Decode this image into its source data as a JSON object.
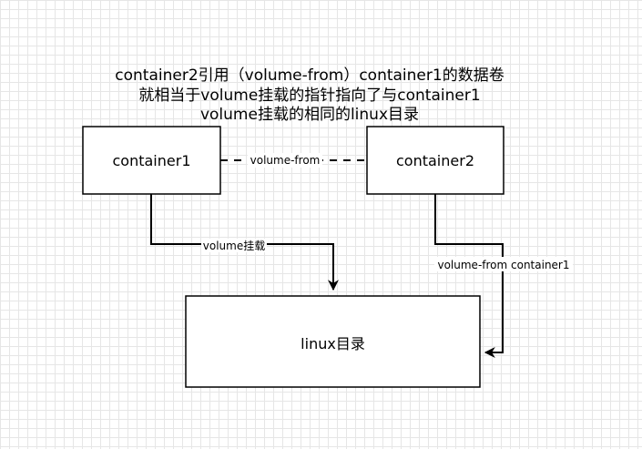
{
  "heading": {
    "line1": "container2引用（volume-from）container1的数据卷",
    "line2": "就相当于volume挂载的指针指向了与container1",
    "line3": "volume挂载的相同的linux目录"
  },
  "nodes": {
    "container1": "container1",
    "container2": "container2",
    "linux_dir": "linux目录"
  },
  "edges": {
    "volume_from": "volume-from",
    "volume_mount": "volume挂载",
    "volume_from_container1": "volume-from container1"
  },
  "colors": {
    "stroke": "#000000",
    "box_fill": "#ffffff",
    "grid": "#e6e6e6"
  }
}
